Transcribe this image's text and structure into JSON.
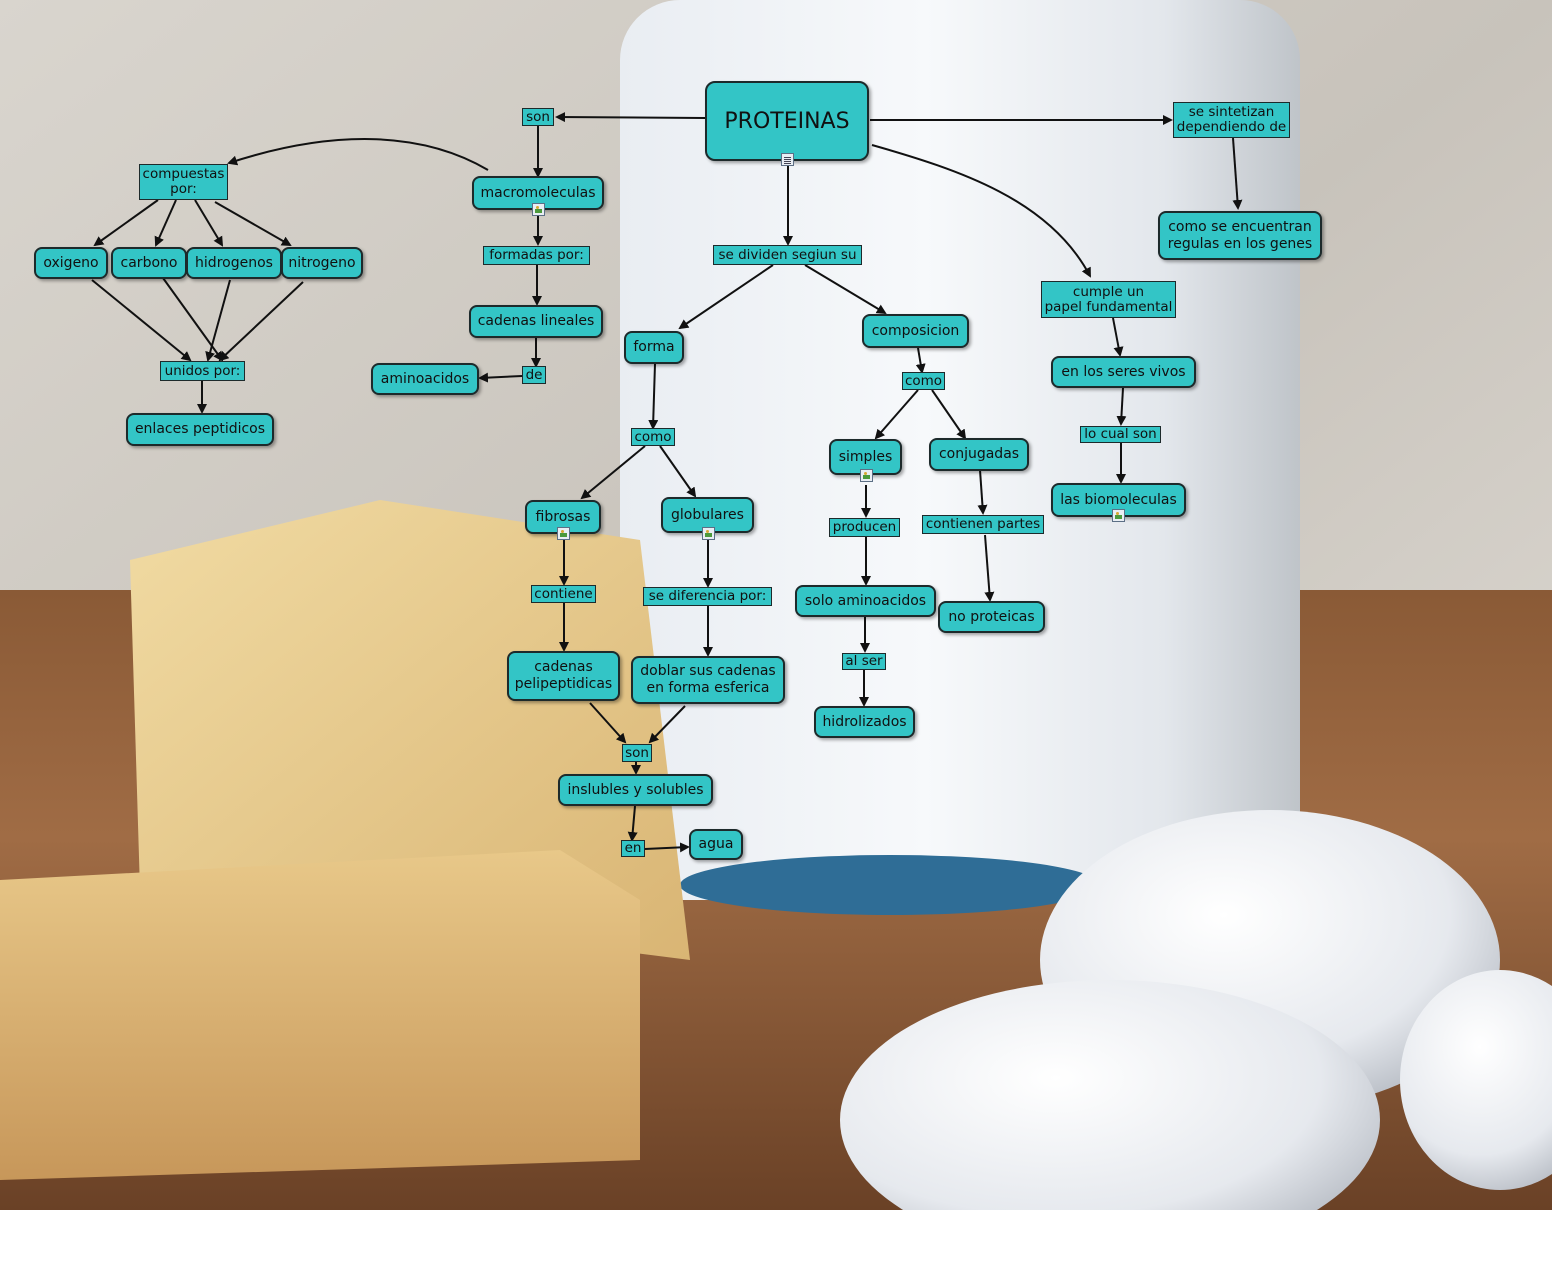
{
  "concept_map": {
    "root": "PROTEINAS",
    "concepts": {
      "compuestas": "compuestas\npor:",
      "macromoleculas": "macromoleculas",
      "oxigeno": "oxigeno",
      "carbono": "carbono",
      "hidrogenos": "hidrogenos",
      "nitrogeno": "nitrogeno",
      "cadenas_lineales": "cadenas lineales",
      "aminoacidos": "aminoacidos",
      "enlaces_peptidicos": "enlaces peptidicos",
      "forma": "forma",
      "composicion": "composicion",
      "fibrosas": "fibrosas",
      "globulares": "globulares",
      "cadenas_pelipeptidicas": "cadenas\npelipeptidicas",
      "doblar": "doblar sus cadenas\nen forma esferica",
      "inslubles": "inslubles y solubles",
      "agua": "agua",
      "simples": "simples",
      "conjugadas": "conjugadas",
      "solo_aminoacidos": "solo aminoacidos",
      "no_proteicas": "no proteicas",
      "hidrolizados": "hidrolizados",
      "cumple": "cumple un\npapel fundamental",
      "seres_vivos": "en los seres vivos",
      "biomoleculas": "las biomoleculas",
      "genes": "como se encuentran\nregulas en los genes"
    },
    "linking_phrases": {
      "son_1": "son",
      "formadas": "formadas por:",
      "de": "de",
      "unidos": "unidos por:",
      "se_dividen": "se dividen segiun su",
      "como_1": "como",
      "como_2": "como",
      "contiene": "contiene",
      "se_diferencia": "se diferencia por:",
      "son_2": "son",
      "en": "en",
      "producen": "producen",
      "contienen": "contienen partes",
      "al_ser": "al ser",
      "sintetizan": "se sintetizan\ndependiendo de",
      "lo_cual": "lo cual son"
    },
    "resource_icons": [
      "document-icon",
      "image-icon"
    ]
  },
  "colors": {
    "node_fill": "#33c5c6",
    "node_border": "#1d2a2b",
    "edge": "#111111",
    "background_bottom": "#ffffff"
  }
}
